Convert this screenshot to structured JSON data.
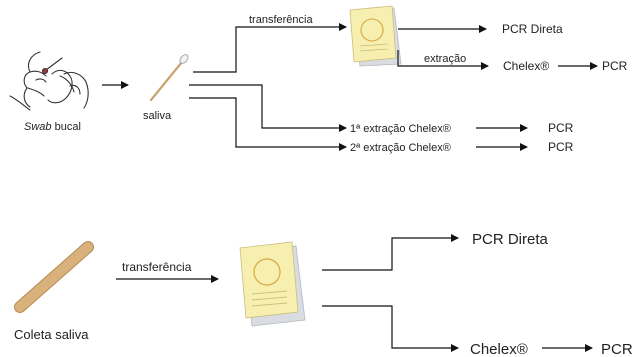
{
  "top": {
    "source_label": "Swab",
    "source_label_suffix": " bucal",
    "saliva_label": "saliva",
    "transfer_label": "transferência",
    "pcr_direct": "PCR Direta",
    "extraction_label": "extração",
    "chelex": "Chelex®",
    "pcr": "PCR",
    "first_extraction": "1ª extração Chelex®",
    "second_extraction": "2ª extração Chelex®",
    "pcr_first": "PCR",
    "pcr_second": "PCR"
  },
  "bottom": {
    "source_label": "Coleta saliva",
    "transfer_label": "transferência",
    "pcr_direct": "PCR Direta",
    "chelex": "Chelex®",
    "pcr": "PCR"
  },
  "colors": {
    "line": "#111111",
    "card_yellow": "#f7efb0",
    "card_gray": "#d9dde2",
    "card_circle": "#d4a93c",
    "stick": "#d8b27a",
    "stick_outline": "#b88a55"
  },
  "icons": [
    "mouth-swab-icon",
    "swab-stick-icon",
    "fta-card-icon",
    "wooden-stick-icon"
  ]
}
